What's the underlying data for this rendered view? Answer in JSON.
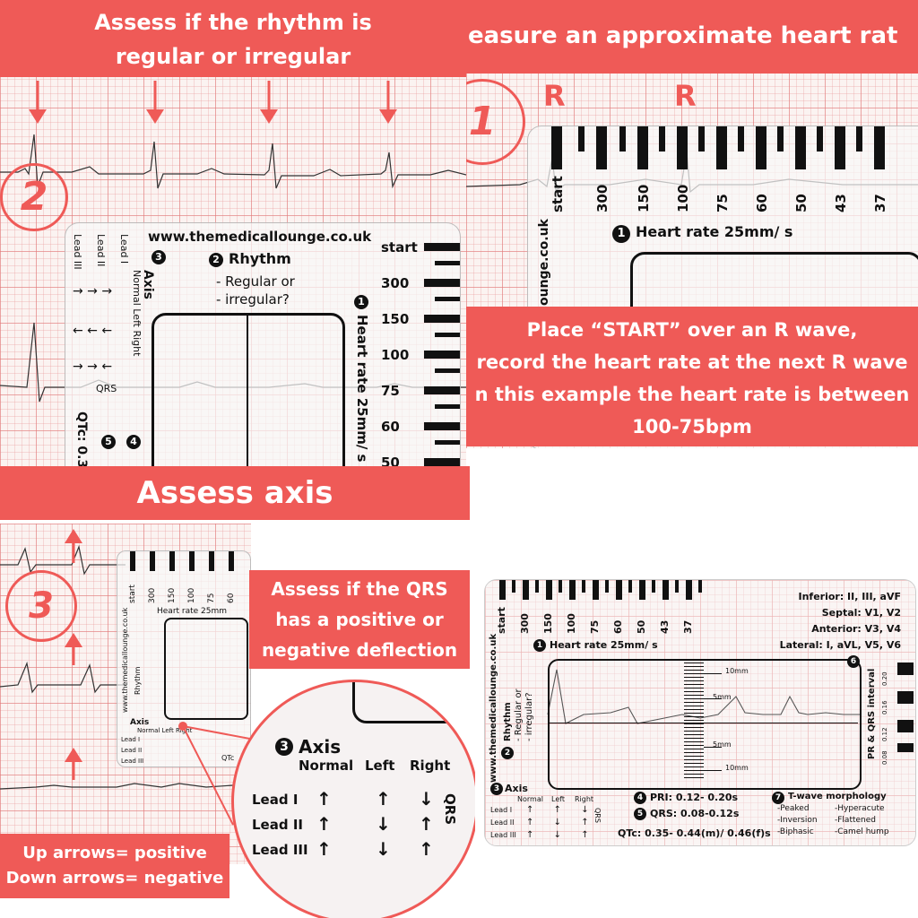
{
  "panel1": {
    "banner_line1": "Assess if the rhythm is",
    "banner_line2": "regular or irregular",
    "step_number": "2",
    "ruler": {
      "website": "www.themedicallounge.co.uk",
      "rhythm_num": "2",
      "rhythm_title": "Rhythm",
      "rhythm_line1": "- Regular or",
      "rhythm_line2": "- irregular?",
      "axis_num": "3",
      "axis_title": "Axis",
      "axis_cols": "Normal Left Right",
      "leads": [
        "Lead III",
        "Lead II",
        "Lead I"
      ],
      "qrs_label": "QRS",
      "qtc_label": "QTc: 0.3",
      "num4": "4",
      "num5": "5",
      "heart_rate_label": "Heart rate 25mm/ s",
      "heart_num": "1",
      "scale": [
        "start",
        "300",
        "150",
        "100",
        "75",
        "60",
        "50"
      ]
    }
  },
  "panel2": {
    "banner_title": "easure an approximate heart rat",
    "step_number": "1",
    "r_labels": [
      "R",
      "R"
    ],
    "scale": [
      "start",
      "300",
      "150",
      "100",
      "75",
      "60",
      "50",
      "43",
      "37"
    ],
    "heart_num": "1",
    "heart_rate_label": "Heart rate 25mm/ s",
    "site_fragment": "ounge.co.uk",
    "bottom_line1": "Place “START” over an R wave,",
    "bottom_line2": "record the heart rate at the next R wave",
    "bottom_line3": "n this example the heart rate is between",
    "bottom_line4": "100-75bpm"
  },
  "panel3": {
    "banner_title": "Assess axis",
    "step_number": "3",
    "qrs_banner_line1": "Assess if the QRS",
    "qrs_banner_line2": "has a positive or",
    "qrs_banner_line3": "negative deflection",
    "arrows_line1": "Up arrows= positive",
    "arrows_line2": "Down arrows= negative",
    "mini_ruler": {
      "scale": [
        "start",
        "300",
        "150",
        "100",
        "75",
        "60"
      ],
      "heart_rate_label": "Heart rate 25mm",
      "website": "www.themedicallounge.co.uk",
      "rhythm_label": "Rhythm",
      "rhythm_sub": "- Regular or - irregular?",
      "axis_label": "Axis",
      "axis_cols": "Normal Left Right",
      "leads": [
        "Lead I",
        "Lead II",
        "Lead III"
      ],
      "qrs": "QRS",
      "qtc": "QTc"
    },
    "zoom": {
      "axis_num": "3",
      "axis_title": "Axis",
      "col_normal": "Normal",
      "col_left": "Left",
      "col_right": "Right",
      "leads": [
        "Lead I",
        "Lead II",
        "Lead III"
      ],
      "normal_arrows": [
        "↑",
        "↑",
        "↑"
      ],
      "left_arrows": [
        "↑",
        "↓",
        "↓"
      ],
      "right_arrows": [
        "↓",
        "↑",
        "↑"
      ],
      "qrs": "QRS"
    }
  },
  "panel4": {
    "scale": [
      "start",
      "300",
      "150",
      "100",
      "75",
      "60",
      "50",
      "43",
      "37"
    ],
    "inferior": "Inferior: II, III, aVF",
    "septal": "Septal: V1, V2",
    "anterior": "Anterior: V3, V4",
    "lateral": "Lateral: I, aVL, V5, V6",
    "heart_num": "1",
    "heart_rate_label": "Heart rate 25mm/ s",
    "website": "www.themedicallounge.co.uk",
    "rhythm_num": "2",
    "rhythm_title": "Rhythm",
    "rhythm_sub1": "- Regular or",
    "rhythm_sub2": "- irregular?",
    "box_num": "6",
    "mm10_top": "10mm",
    "mm5_top": "5mm",
    "mm5_bottom": "5mm",
    "mm10_bottom": "10mm",
    "pr_qrs_label": "PR & QRS interval",
    "interval_values": [
      "0.20",
      "0.16",
      "0.12",
      "0.08"
    ],
    "axis_num": "3",
    "axis_title": "Axis",
    "axis_cols": [
      "Normal",
      "Left",
      "Right"
    ],
    "leads": [
      "Lead I",
      "Lead II",
      "Lead III"
    ],
    "qrs": "QRS",
    "pri_num": "4",
    "pri": "PRI: 0.12- 0.20s",
    "qrs_num": "5",
    "qrs_interval": "QRS: 0.08-0.12s",
    "qtc": "QTc: 0.35- 0.44(m)/ 0.46(f)s",
    "twave_num": "7",
    "twave_title": "T-wave morphology",
    "twave_items": [
      "-Peaked",
      "-Hyperacute",
      "-Inversion",
      "-Flattened",
      "-Biphasic",
      "-Camel hump"
    ]
  }
}
